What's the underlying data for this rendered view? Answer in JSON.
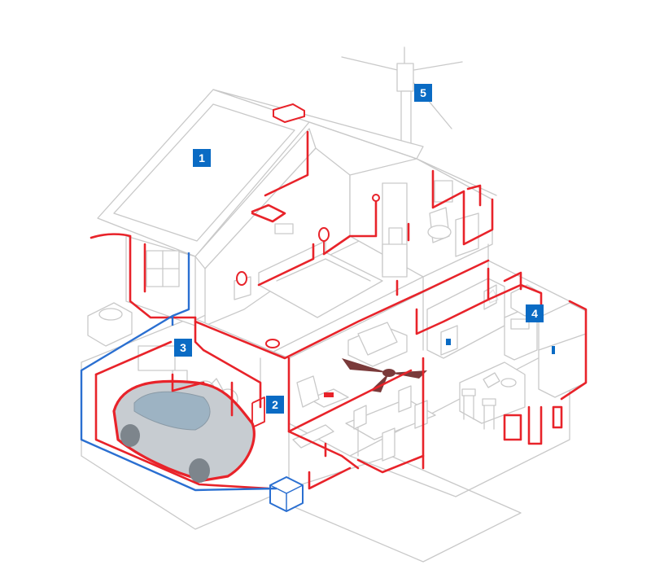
{
  "diagram": {
    "badges": [
      {
        "label": "1"
      },
      {
        "label": "2"
      },
      {
        "label": "3"
      },
      {
        "label": "4"
      },
      {
        "label": "5"
      }
    ]
  },
  "colors": {
    "wiring": "#e8232a",
    "service_line": "#2a6fd1",
    "badge": "#0a6bc4",
    "outline": "#c9c9c9",
    "car_body": "#c7ccd1",
    "car_glass": "#9db3c3",
    "tv_screen": "#3fbfbf"
  }
}
